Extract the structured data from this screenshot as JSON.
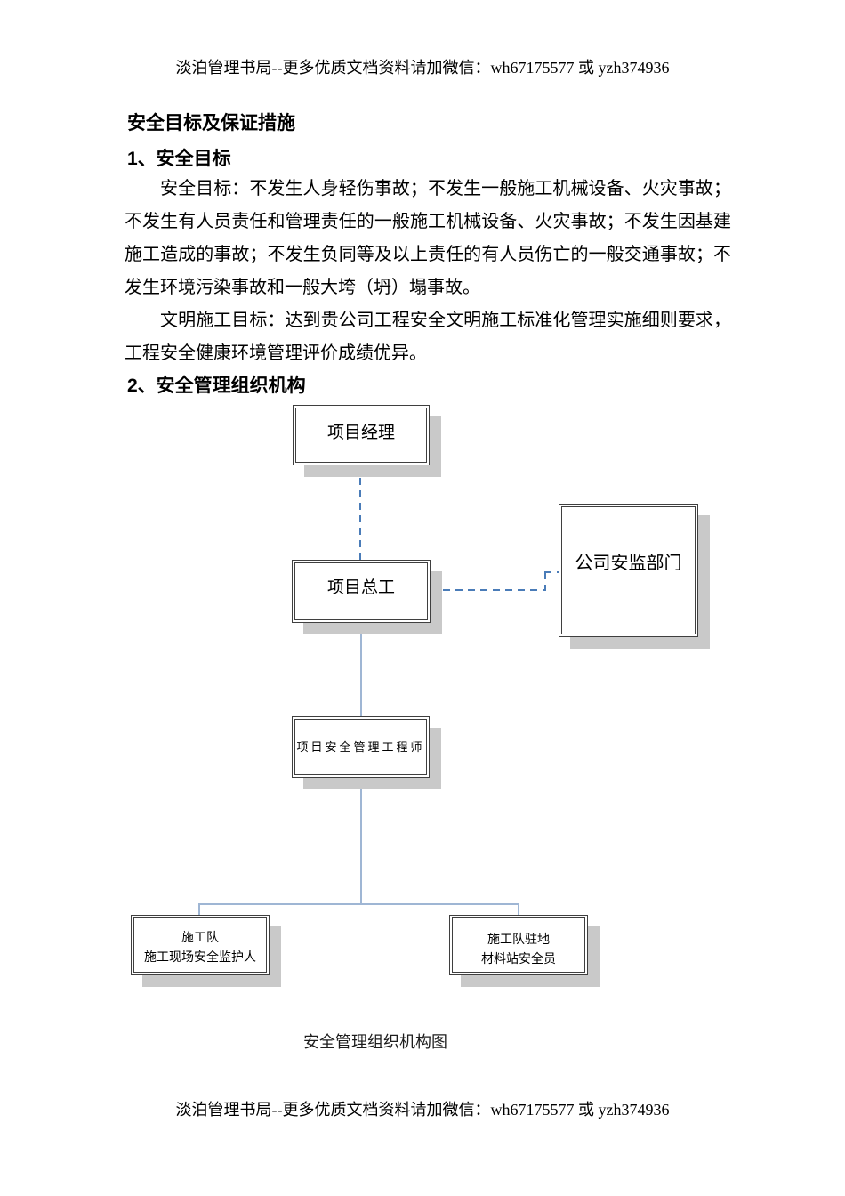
{
  "page": {
    "header_text": "淡泊管理书局--更多优质文档资料请加微信：wh67175577 或 yzh374936",
    "footer_text": "淡泊管理书局--更多优质文档资料请加微信：wh67175577 或 yzh374936"
  },
  "document": {
    "title": "安全目标及保证措施",
    "section1_heading": "1、安全目标",
    "para1_lines": [
      "安全目标：不发生人身轻伤事故；不发生一般施工机械设备、火灾事故；",
      "不发生有人员责任和管理责任的一般施工机械设备、火灾事故；不发生因基建",
      "施工造成的事故；不发生负同等及以上责任的有人员伤亡的一般交通事故；不",
      "发生环境污染事故和一般大垮（坍）塌事故。"
    ],
    "para2_lines": [
      "文明施工目标：达到贵公司工程安全文明施工标准化管理实施细则要求，",
      "工程安全健康环境管理评价成绩优异。"
    ],
    "section2_heading": "2、安全管理组织机构"
  },
  "org_chart": {
    "pm": {
      "label": "项目经理"
    },
    "chief": {
      "label": "项目总工"
    },
    "dept": {
      "label": "公司安监部门"
    },
    "engineer": {
      "label": "项目安全管理工程师"
    },
    "team_left": {
      "line1": "施工队",
      "line2": "施工现场安全监护人"
    },
    "team_right": {
      "line1": "施工队驻地",
      "line2": "材料站安全员"
    },
    "caption": "安全管理组织机构图",
    "colors": {
      "dashed": "#4a7cb8",
      "solid": "#9fb6d4",
      "shadow": "#c9c9c9",
      "border": "#3f3f3f"
    }
  }
}
